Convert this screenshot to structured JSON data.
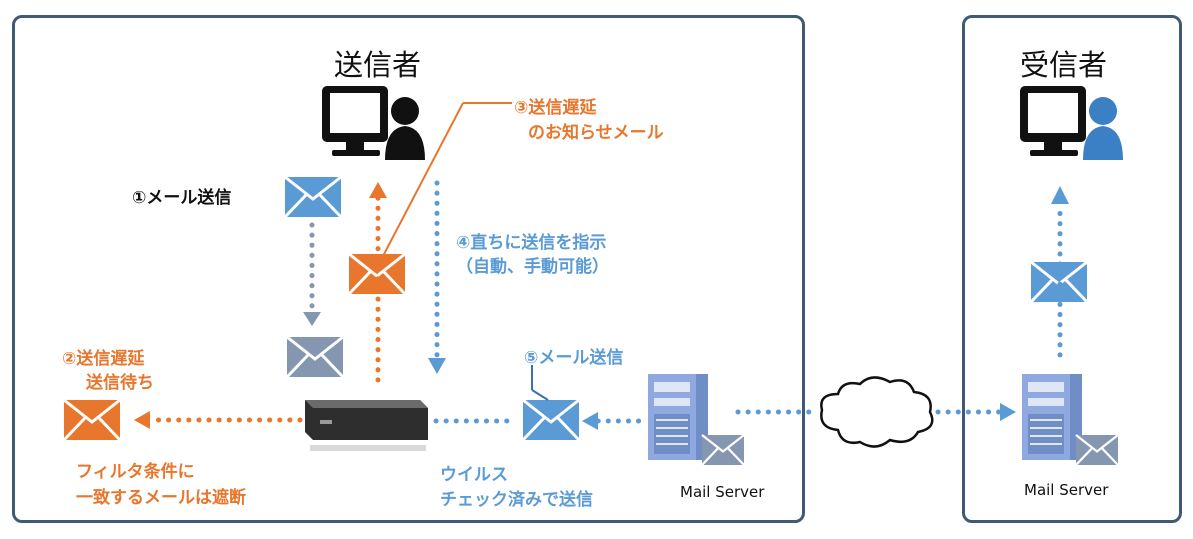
{
  "sender_title": "送信者",
  "receiver_title": "受信者",
  "step1": "①メール送信",
  "step2": {
    "line1": "②送信遅延",
    "line2": "送信待ち"
  },
  "step3": {
    "line1": "③送信遅延",
    "line2": "のお知らせメール"
  },
  "step4": {
    "line1": "④直ちに送信を指示",
    "line2": "（自動、手動可能）"
  },
  "step5": "⑤メール送信",
  "filter_note": {
    "line1": "フィルタ条件に",
    "line2": "一致するメールは遮断"
  },
  "virus_note": {
    "line1": "ウイルス",
    "line2": "チェック済みで送信"
  },
  "mail_server_label_sender": "Mail Server",
  "mail_server_label_receiver": "Mail Server",
  "colors": {
    "orange": "#e8762c",
    "blue": "#5b9bd5",
    "gray": "#8496b0",
    "border": "#3e5a74"
  }
}
